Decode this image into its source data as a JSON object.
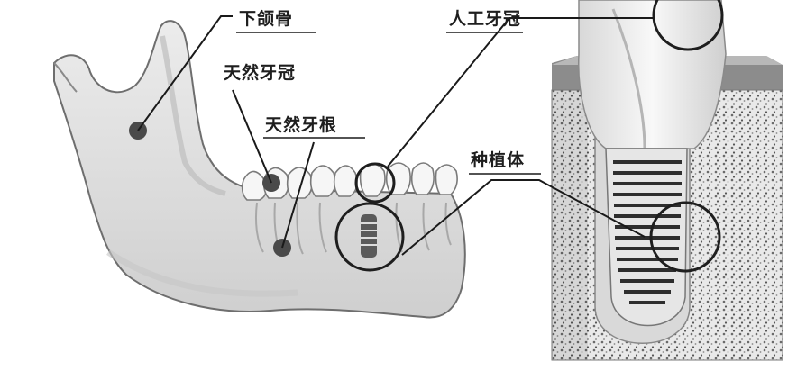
{
  "labels": {
    "mandible": "下颌骨",
    "natural_crown": "天然牙冠",
    "natural_root": "天然牙根",
    "artificial_crown": "人工牙冠",
    "implant": "种植体"
  },
  "colors": {
    "bone": "#e4e4e4",
    "bone_shadow": "#bdbdbd",
    "outline": "#555555",
    "pointer": "#1a1a1a",
    "marker": "#3c3c3c",
    "circle": "#222222",
    "porous_bone": "#9a9a9a",
    "gum": "#7a7a7a",
    "crown": "#f4f4f4",
    "implant_metal": "#2b2b2b"
  }
}
